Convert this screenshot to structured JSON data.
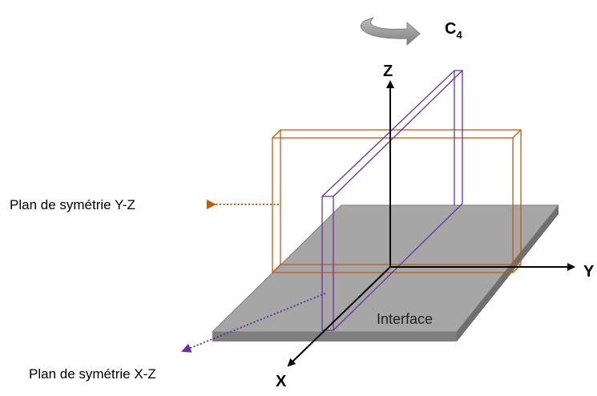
{
  "symmetry": {
    "label": "C",
    "subscript": "4"
  },
  "axes": {
    "z": "Z",
    "y": "Y",
    "x": "X"
  },
  "labels": {
    "interface": "Interface",
    "plane_yz": "Plan de symétrie Y-Z",
    "plane_xz": "Plan de symétrie X-Z"
  },
  "colors": {
    "plane_yz": "#c55a11",
    "plane_xz": "#7030a0",
    "interface": "#a6a6a6",
    "arrow": "#808080"
  }
}
